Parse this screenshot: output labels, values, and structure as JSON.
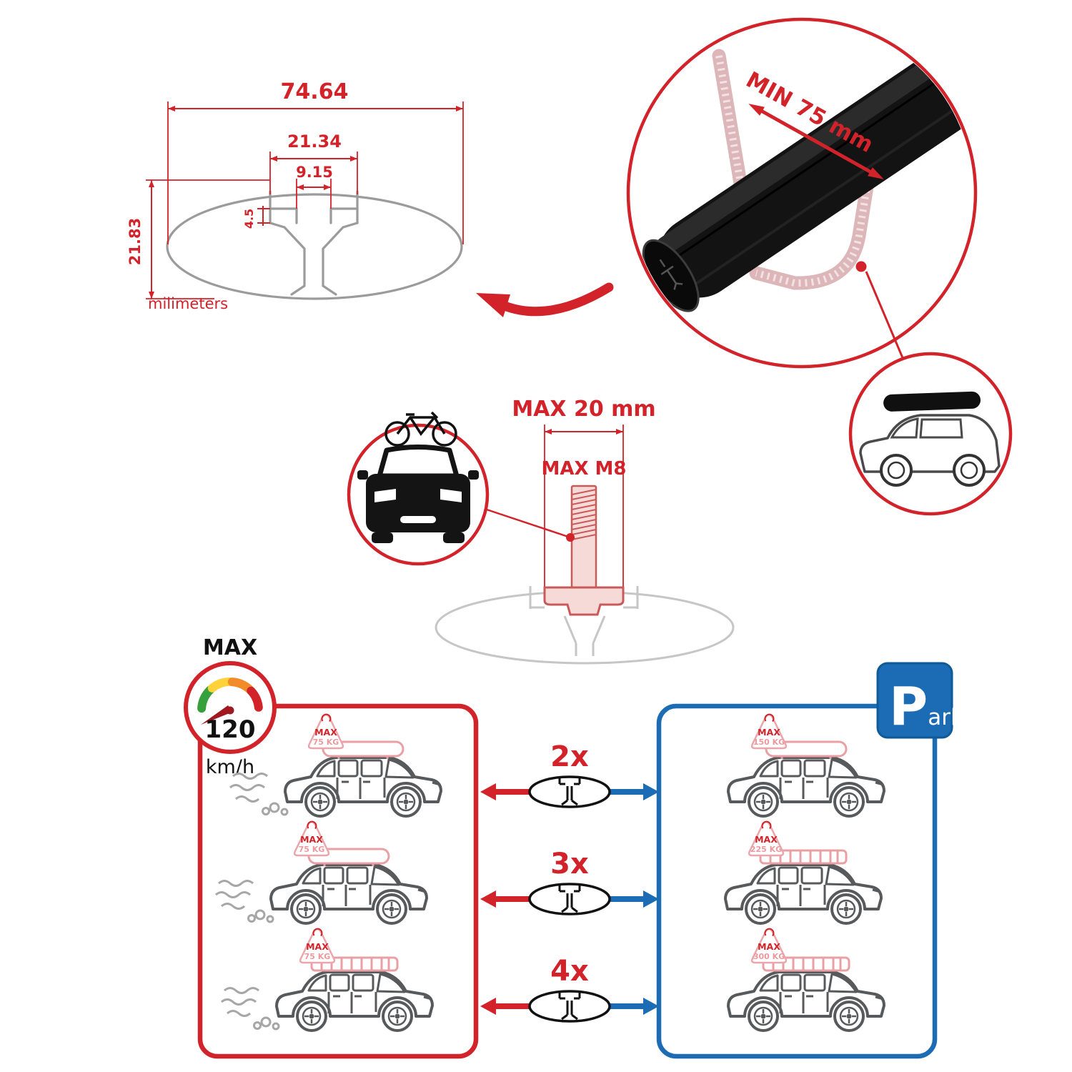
{
  "dimension_diagram": {
    "total_width": "74.64",
    "slot_outer_width": "21.34",
    "slot_inner_width": "9.15",
    "lip_depth": "4.5",
    "profile_height": "21.83",
    "unit_label": "milimeters"
  },
  "crossbar_detail": {
    "min_clamp_span": "MIN 75 mm"
  },
  "bolt_detail": {
    "max_head_width": "MAX 20 mm",
    "max_thread": "MAX M8"
  },
  "speed_limit": {
    "label": "MAX",
    "value": "120",
    "unit": "km/h"
  },
  "park_sign": {
    "letter": "P",
    "rest": "ark"
  },
  "driving_panel": {
    "cars": [
      {
        "max_label": "MAX",
        "load": "75 KG"
      },
      {
        "max_label": "MAX",
        "load": "75 KG"
      },
      {
        "max_label": "MAX",
        "load": "75 KG"
      }
    ]
  },
  "parked_panel": {
    "cars": [
      {
        "max_label": "MAX",
        "load": "150 KG"
      },
      {
        "max_label": "MAX",
        "load": "225 KG"
      },
      {
        "max_label": "MAX",
        "load": "300 KG"
      }
    ]
  },
  "bar_counts": [
    {
      "label": "2x"
    },
    {
      "label": "3x"
    },
    {
      "label": "4x"
    }
  ],
  "colors": {
    "red": "#d2232a",
    "blue": "#1b6cb5",
    "ghost_pink": "#dcb6b8",
    "ghost_gray": "#c6c6c6",
    "line_gray": "#58595b"
  }
}
